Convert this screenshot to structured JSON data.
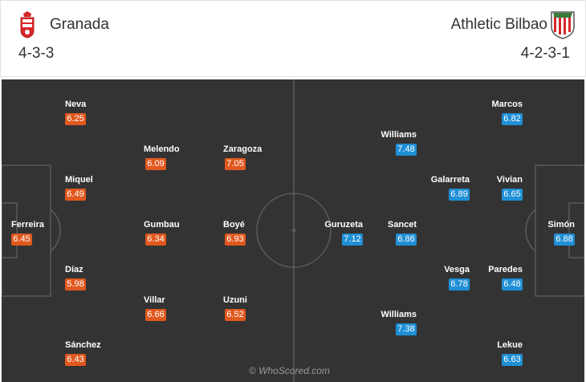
{
  "home": {
    "name": "Granada",
    "formation": "4-3-3",
    "crest_icon": "granada-crest-icon",
    "color": "#e0581e",
    "players": [
      {
        "name": "Neva",
        "rating": "6.25"
      },
      {
        "name": "Melendo",
        "rating": "6.09"
      },
      {
        "name": "Zaragoza",
        "rating": "7.05"
      },
      {
        "name": "Miquel",
        "rating": "6.49"
      },
      {
        "name": "Ferreira",
        "rating": "6.45"
      },
      {
        "name": "Gumbau",
        "rating": "6.34"
      },
      {
        "name": "Boyé",
        "rating": "6.93"
      },
      {
        "name": "Díaz",
        "rating": "5.98"
      },
      {
        "name": "Villar",
        "rating": "6.66"
      },
      {
        "name": "Uzuni",
        "rating": "6.52"
      },
      {
        "name": "Sánchez",
        "rating": "6.43"
      }
    ]
  },
  "away": {
    "name": "Athletic Bilbao",
    "formation": "4-2-3-1",
    "crest_icon": "athletic-bilbao-crest-icon",
    "color": "#1f8fd6",
    "players": [
      {
        "name": "Marcos",
        "rating": "6.82"
      },
      {
        "name": "Williams",
        "rating": "7.48"
      },
      {
        "name": "Galarreta",
        "rating": "6.89"
      },
      {
        "name": "Vivian",
        "rating": "6.65"
      },
      {
        "name": "Guruzeta",
        "rating": "7.12"
      },
      {
        "name": "Sancet",
        "rating": "6.86"
      },
      {
        "name": "Simón",
        "rating": "6.88"
      },
      {
        "name": "Vesga",
        "rating": "6.78"
      },
      {
        "name": "Paredes",
        "rating": "6.48"
      },
      {
        "name": "Williams",
        "rating": "7.38"
      },
      {
        "name": "Lekue",
        "rating": "6.63"
      }
    ]
  },
  "watermark": "© WhoScored.com"
}
